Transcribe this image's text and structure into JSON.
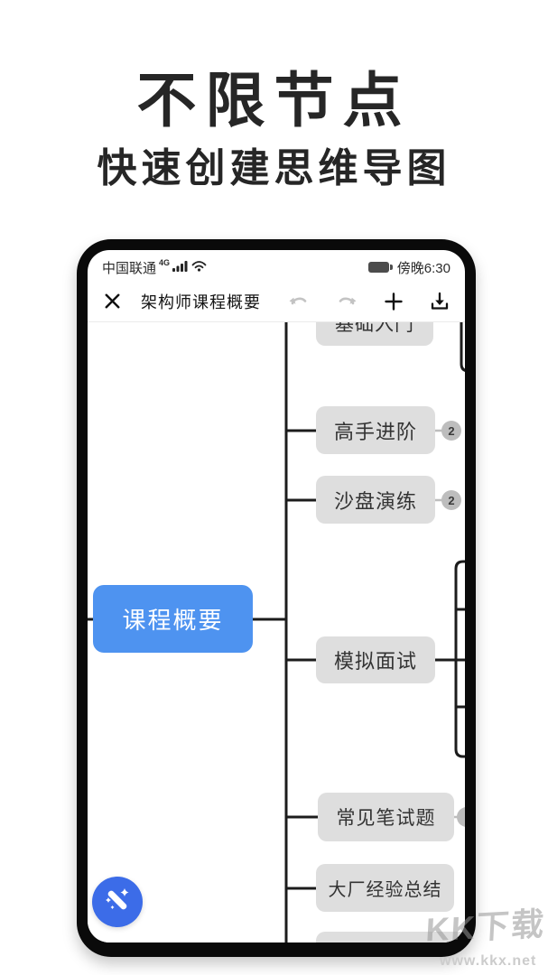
{
  "hero": {
    "title": "不限节点",
    "subtitle": "快速创建思维导图"
  },
  "statusbar": {
    "carrier": "中国联通",
    "network": "4G",
    "time": "傍晚6:30"
  },
  "toolbar": {
    "title": "架构师课程概要",
    "icons": [
      "close-icon",
      "undo-icon",
      "redo-icon",
      "add-node-icon",
      "download-icon"
    ]
  },
  "map": {
    "root": {
      "label": "课程概要"
    },
    "nodes": [
      {
        "label": "基础入门",
        "badge": ""
      },
      {
        "label": "高手进阶",
        "badge": "2"
      },
      {
        "label": "沙盘演练",
        "badge": "2"
      },
      {
        "label": "模拟面试",
        "badge": ""
      },
      {
        "label": "常见笔试题",
        "badge": ""
      },
      {
        "label": "大厂经验总结",
        "badge": ""
      }
    ]
  },
  "fab": {
    "icon": "magic-wand-icon"
  },
  "watermark": {
    "logo": "KK下载",
    "url": "www.kkx.net"
  },
  "colors": {
    "root_node_blue": "#4E93F0",
    "fab_blue": "#3C6CE8",
    "node_gray": "#DEDEDE",
    "connector_black": "#1C1C1C",
    "badge_gray": "#BDBDBD",
    "heading_dark": "#262626"
  }
}
